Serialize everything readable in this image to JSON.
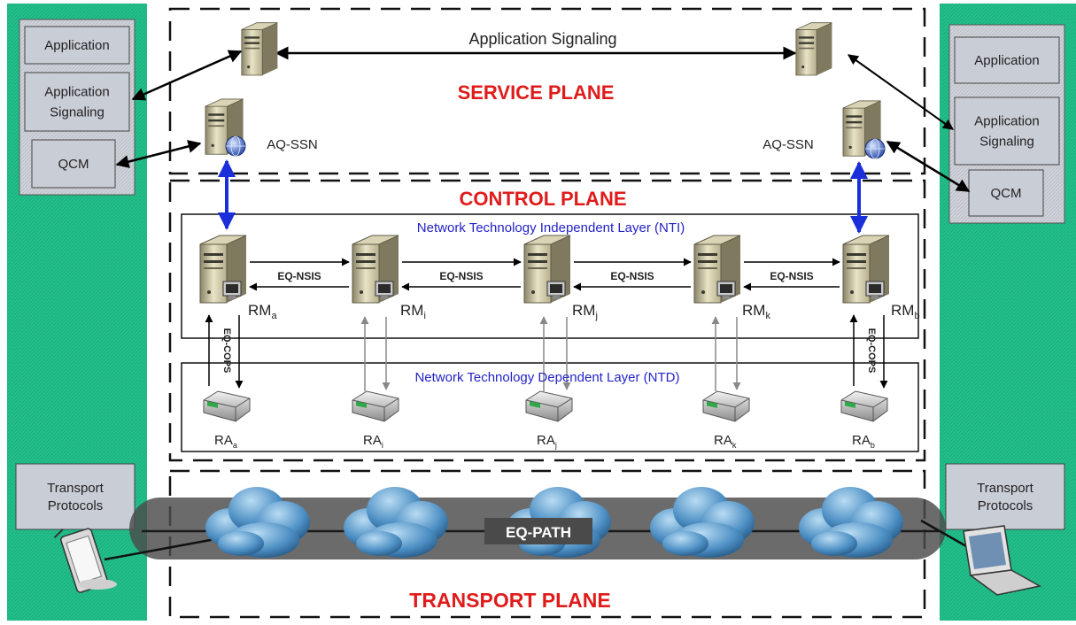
{
  "colors": {
    "side_panel": "#1fbf8a",
    "box_fill": "#c9cdd6",
    "plane_title": "#e01b1b",
    "layer_title": "#2323c8",
    "signal_arrow": "#1a2fd9",
    "path_band": "#4a4a4a",
    "cloud": "#4d8fc4"
  },
  "left_panel": {
    "boxes": [
      "Application",
      "Application\nSignaling",
      "QCM"
    ],
    "transport": "Transport\nProtocols",
    "device_icon": "tablet-icon"
  },
  "right_panel": {
    "boxes": [
      "Application",
      "Application\nSignaling",
      "QCM"
    ],
    "transport": "Transport\nProtocols",
    "device_icon": "laptop-icon"
  },
  "service_plane": {
    "title": "SERVICE PLANE",
    "signaling_label": "Application Signaling",
    "left_ssn": "AQ-SSN",
    "right_ssn": "AQ-SSN"
  },
  "control_plane": {
    "title": "CONTROL PLANE",
    "nti_label": "Network Technology Independent Layer (NTI)",
    "ntd_label": "Network Technology Dependent Layer (NTD)",
    "rm_nodes": [
      {
        "base": "RM",
        "sub": "a"
      },
      {
        "base": "RM",
        "sub": "i"
      },
      {
        "base": "RM",
        "sub": "j"
      },
      {
        "base": "RM",
        "sub": "k"
      },
      {
        "base": "RM",
        "sub": "b"
      }
    ],
    "ra_nodes": [
      {
        "base": "RA",
        "sub": "a"
      },
      {
        "base": "RA",
        "sub": "i"
      },
      {
        "base": "RA",
        "sub": "j"
      },
      {
        "base": "RA",
        "sub": "k"
      },
      {
        "base": "RA",
        "sub": "b"
      }
    ],
    "nsis_label": "EQ-NSIS",
    "cops_label": "EQ-COPS"
  },
  "transport_plane": {
    "title": "TRANSPORT PLANE",
    "path_label": "EQ-PATH"
  }
}
